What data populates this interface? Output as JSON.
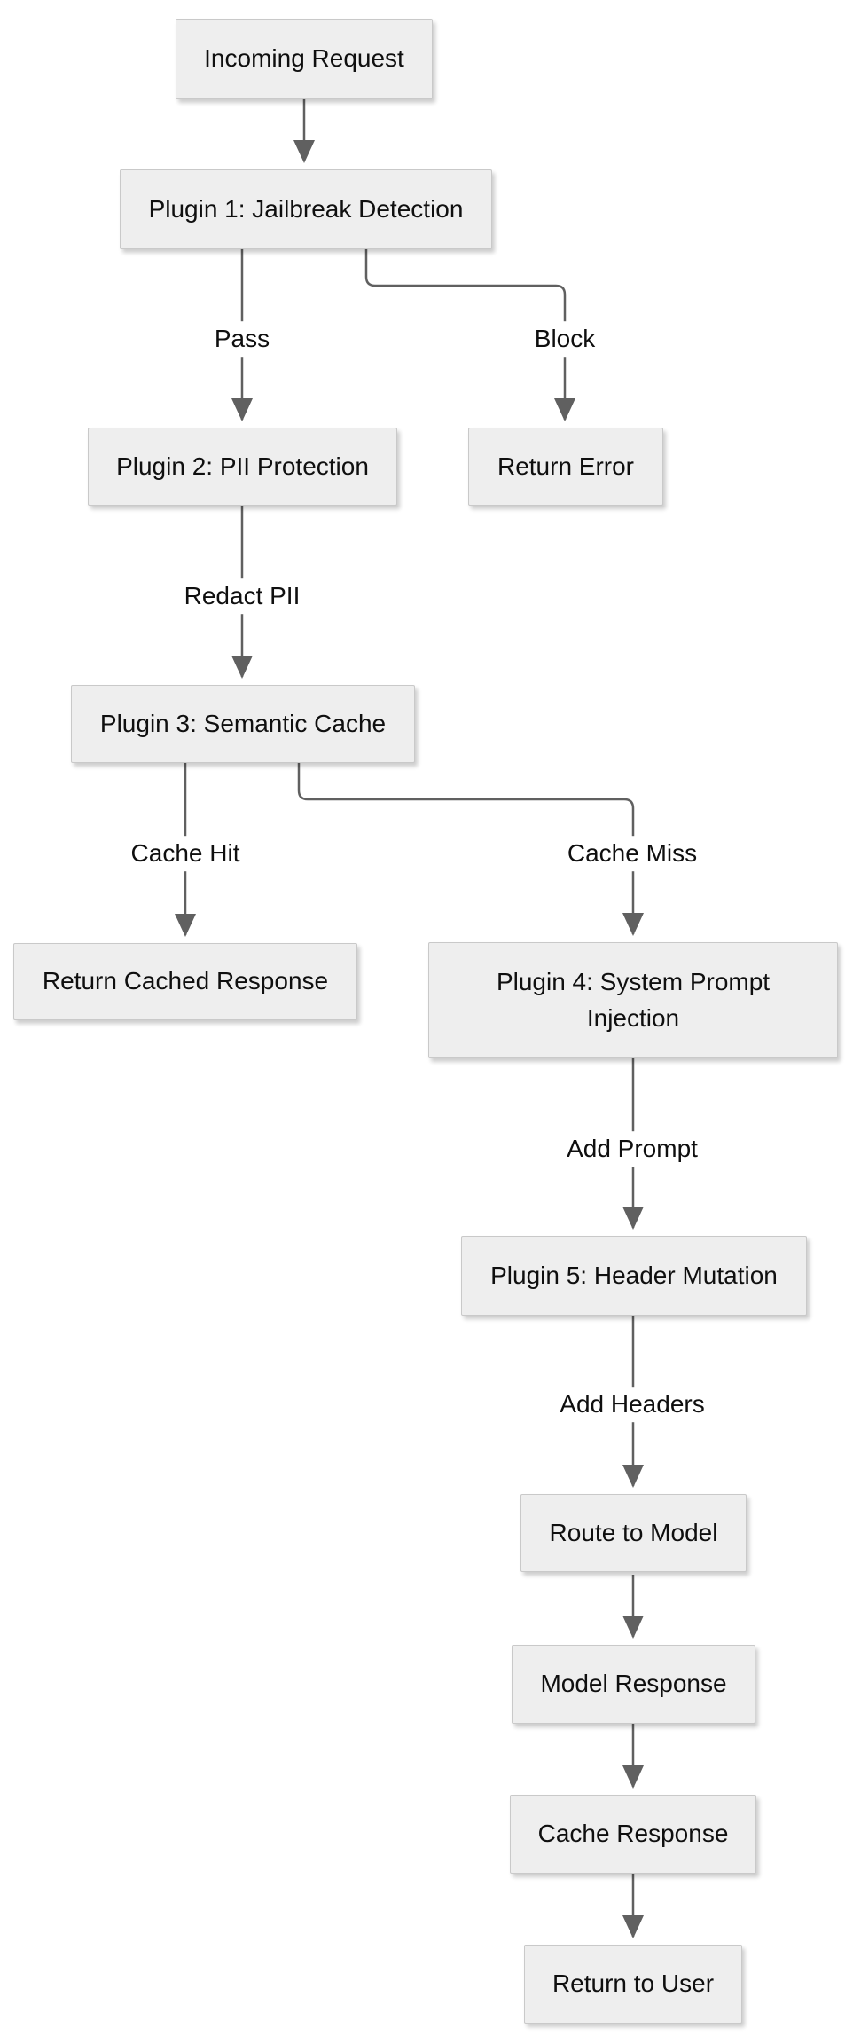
{
  "diagram": {
    "type": "flowchart",
    "direction": "top-down",
    "colors": {
      "background": "#ffffff",
      "node_fill": "#eeeeee",
      "node_border": "#c9c9c9",
      "edge_color": "#606060",
      "text_color": "#0f0f0f"
    },
    "nodes": [
      {
        "id": "incoming-request",
        "label": "Incoming Request"
      },
      {
        "id": "plugin-1",
        "label": "Plugin 1: Jailbreak Detection"
      },
      {
        "id": "plugin-2",
        "label": "Plugin 2: PII Protection"
      },
      {
        "id": "return-error",
        "label": "Return Error"
      },
      {
        "id": "plugin-3",
        "label": "Plugin 3: Semantic Cache"
      },
      {
        "id": "return-cached-response",
        "label": "Return Cached Response"
      },
      {
        "id": "plugin-4",
        "label": "Plugin 4: System Prompt Injection"
      },
      {
        "id": "plugin-5",
        "label": "Plugin 5: Header Mutation"
      },
      {
        "id": "route-to-model",
        "label": "Route to Model"
      },
      {
        "id": "model-response",
        "label": "Model Response"
      },
      {
        "id": "cache-response",
        "label": "Cache Response"
      },
      {
        "id": "return-to-user",
        "label": "Return to User"
      }
    ],
    "edges": [
      {
        "from": "incoming-request",
        "to": "plugin-1",
        "label": ""
      },
      {
        "from": "plugin-1",
        "to": "plugin-2",
        "label": "Pass"
      },
      {
        "from": "plugin-1",
        "to": "return-error",
        "label": "Block"
      },
      {
        "from": "plugin-2",
        "to": "plugin-3",
        "label": "Redact PII"
      },
      {
        "from": "plugin-3",
        "to": "return-cached-response",
        "label": "Cache Hit"
      },
      {
        "from": "plugin-3",
        "to": "plugin-4",
        "label": "Cache Miss"
      },
      {
        "from": "plugin-4",
        "to": "plugin-5",
        "label": "Add Prompt"
      },
      {
        "from": "plugin-5",
        "to": "route-to-model",
        "label": "Add Headers"
      },
      {
        "from": "route-to-model",
        "to": "model-response",
        "label": ""
      },
      {
        "from": "model-response",
        "to": "cache-response",
        "label": ""
      },
      {
        "from": "cache-response",
        "to": "return-to-user",
        "label": ""
      }
    ]
  }
}
